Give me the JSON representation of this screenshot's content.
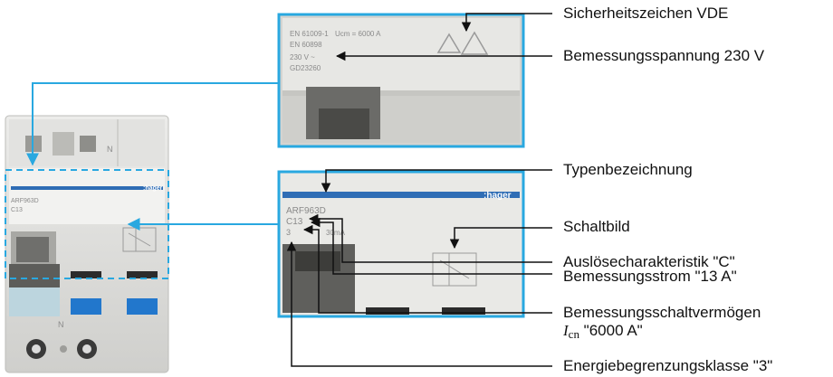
{
  "labels": {
    "vde": "Sicherheitszeichen VDE",
    "voltage": "Bemessungsspannung 230 V",
    "type": "Typenbezeichnung",
    "circuit": "Schaltbild",
    "trip": "Auslösecharakteristik \"C\"",
    "current": "Bemessungsstrom \"13 A\"",
    "capacity_line1": "Bemessungsschaltvermögen",
    "capacity_symbol": "I",
    "capacity_subscript": "cn",
    "capacity_value": " \"6000 A\"",
    "energy": "Energiebegrenzungsklasse \"3\""
  },
  "device_text": {
    "brand": ":hager",
    "standard": "EN 61009-1",
    "ucm": "Ucm = 6000 A",
    "en2": "EN 60898",
    "voltage": "230 V ~",
    "code": "GD23260",
    "model": "ARF963D",
    "rating": "C13",
    "class": "3",
    "dim": "30mA",
    "n_left": "N",
    "n_right": "N"
  },
  "colors": {
    "accent": "#29a8e0",
    "leader": "#111111",
    "brand_blue": "#2f6db5",
    "device_gray": "#d8d8d6"
  },
  "icons": [
    "vde-triangle-icon",
    "circuit-diagram-icon",
    "arrow-icon"
  ]
}
